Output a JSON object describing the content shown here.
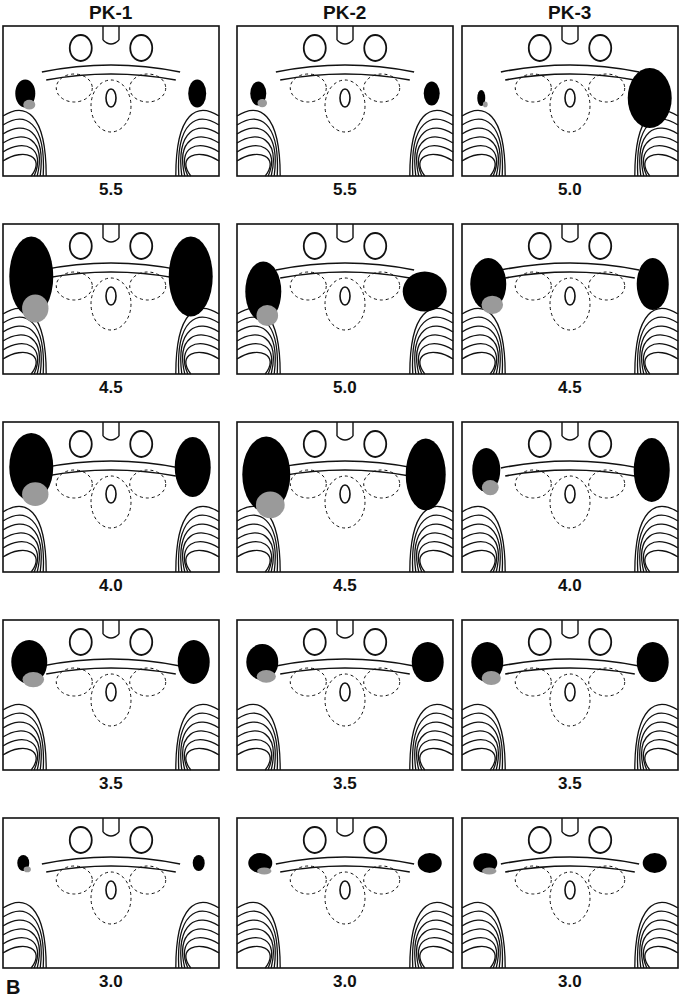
{
  "diagram": {
    "labels": [
      "PK-1",
      "PK-2",
      "PK-3",
      "5.5",
      "5.5",
      "5.0",
      "4.5",
      "5.0",
      "4.5",
      "4.0",
      "4.5",
      "4.0",
      "3.5",
      "3.5",
      "3.5",
      "3.0",
      "3.0",
      "3.0",
      "B"
    ]
  }
}
